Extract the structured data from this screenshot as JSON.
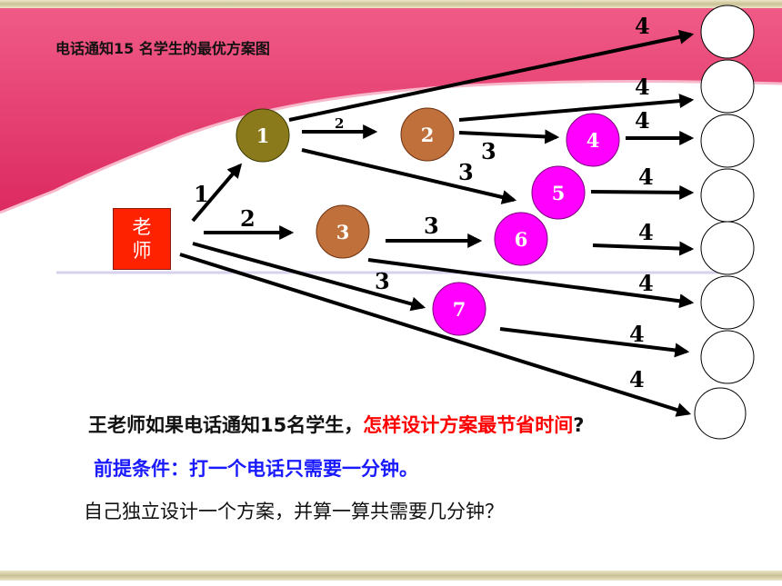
{
  "title": "电话通知15 名学生的最优方案图",
  "teacher": {
    "line1": "老",
    "line2": "师"
  },
  "nodes": [
    {
      "id": "n1",
      "label": "1",
      "color": "#8b7a1b"
    },
    {
      "id": "n2",
      "label": "2",
      "color": "#c0703a"
    },
    {
      "id": "n3",
      "label": "3",
      "color": "#c0703a"
    },
    {
      "id": "n4",
      "label": "4",
      "color": "#ff00ff"
    },
    {
      "id": "n5",
      "label": "5",
      "color": "#ff00ff"
    },
    {
      "id": "n6",
      "label": "6",
      "color": "#ff00ff"
    },
    {
      "id": "n7",
      "label": "7",
      "color": "#ff00ff"
    }
  ],
  "edge_labels": {
    "t_to_1": "1",
    "n1_to_2": "2",
    "t_to_3": "2",
    "n2_to_4": "3",
    "n1_to_5": "3",
    "n3_to_6": "3",
    "t_to_7": "3",
    "final": [
      "4",
      "4",
      "4",
      "4",
      "4",
      "4",
      "4",
      "4"
    ]
  },
  "question": {
    "part1": "王老师如果电话通知15名学生，",
    "part2": "怎样设计方案最节省时间",
    "part3": "?"
  },
  "premise": "前提条件：打一个电话只需要一分钟。",
  "task": "自己独立设计一个方案，并算一算共需要几分钟？",
  "colors": {
    "banner": "#e8356a",
    "node_olive": "#8b7a1b",
    "node_brown": "#c0703a",
    "node_magenta": "#ff00ff",
    "teacher_box": "#ff2200",
    "question_red": "#ff0000",
    "premise_blue": "#1a1aff"
  }
}
